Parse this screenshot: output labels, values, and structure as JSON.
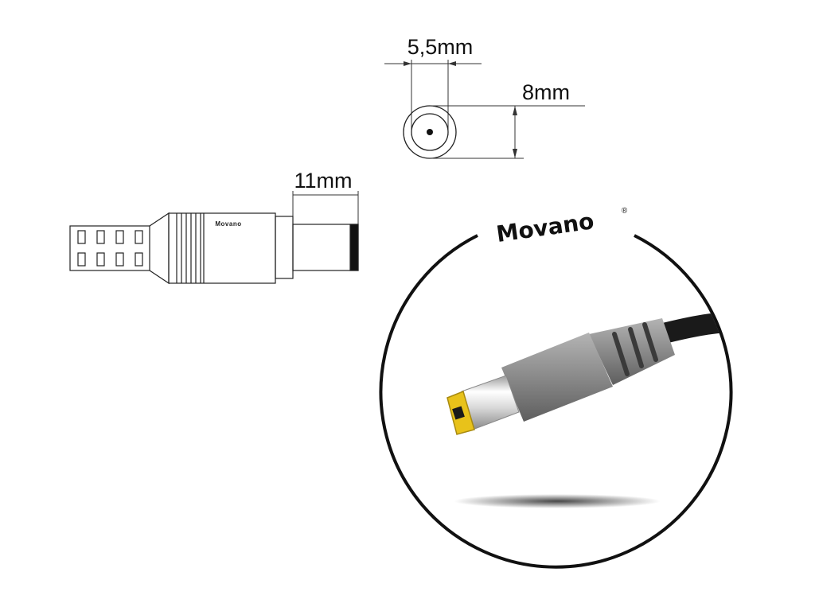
{
  "brand": {
    "logo_text": "Movano",
    "registered_mark": "®"
  },
  "dimensions": {
    "inner_diameter": "5,5mm",
    "outer_diameter": "8mm",
    "pin_length": "11mm"
  },
  "colors": {
    "tip_yellow": "#e8c21a",
    "body_gray": "#8a8a8a",
    "cable_black": "#1a1a1a",
    "circle_stroke": "#111111"
  }
}
